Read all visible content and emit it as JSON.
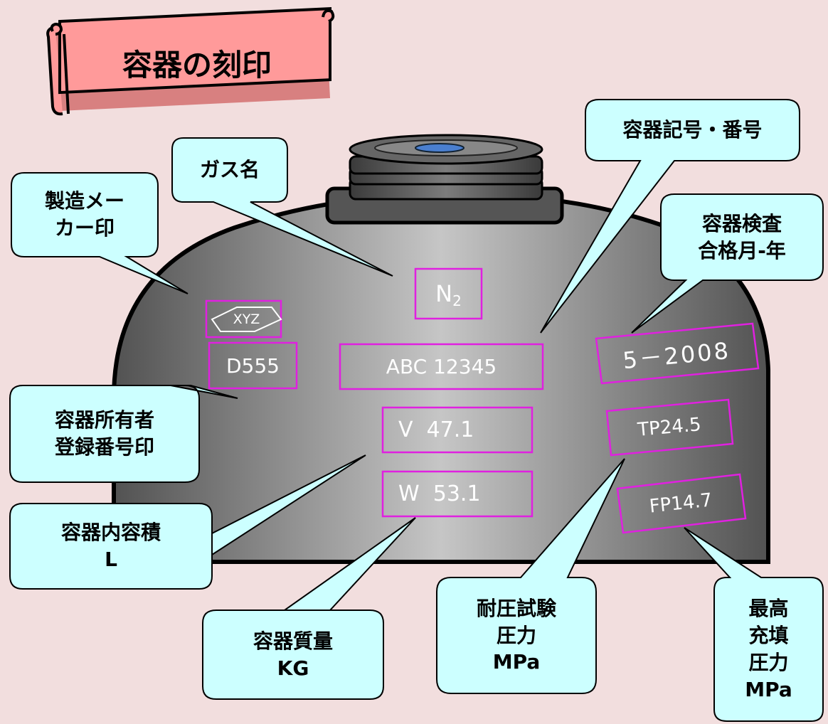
{
  "title": "容器の刻印",
  "stamps": {
    "gas_name": "N",
    "gas_name_sub": "2",
    "maker_mark": "XYZ",
    "owner_number": "D555",
    "container_code": "ABC 12345",
    "inspection_date": "5－2008",
    "volume": "V  47.1",
    "weight": "W  53.1",
    "test_pressure": "TP24.5",
    "fill_pressure": "FP14.7"
  },
  "callouts": {
    "gas_name": "ガス名",
    "maker": "製造メー\nカー印",
    "container_code": "容器記号・番号",
    "inspection": "容器検査\n合格月-年",
    "owner": "容器所有者\n登録番号印",
    "volume": "容器内容積\nL",
    "weight": "容器質量\nKG",
    "test_pressure": "耐圧試験\n圧力\nMPa",
    "fill_pressure": "最高\n充填\n圧力\nMPa"
  },
  "colors": {
    "background": "#f2dede",
    "title_banner": "#ff9a9a",
    "callout_fill": "#ccffff",
    "stamp_border": "#e020e0",
    "stamp_text": "#ffffff"
  }
}
